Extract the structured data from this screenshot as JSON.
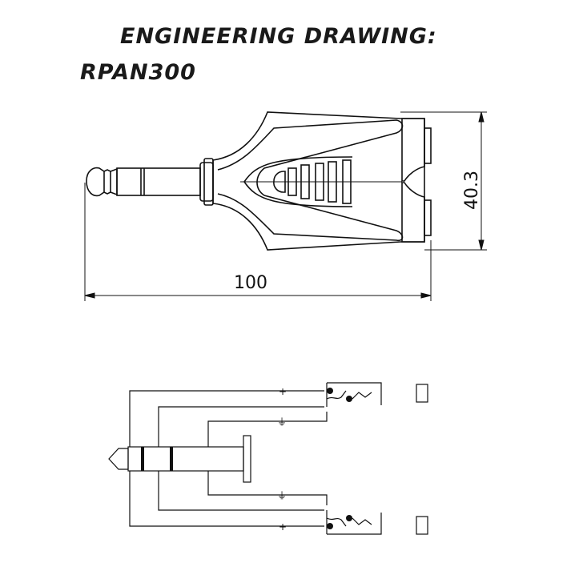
{
  "title": {
    "line1": "ENGINEERING DRAWING:",
    "line2": "RPAN300"
  },
  "dimensions": {
    "length": "100",
    "height": "40.3"
  },
  "wiring": {
    "tip_symbol": "+",
    "ground_symbol": "⏚"
  },
  "colors": {
    "ink": "#111111",
    "background": "#ffffff"
  }
}
